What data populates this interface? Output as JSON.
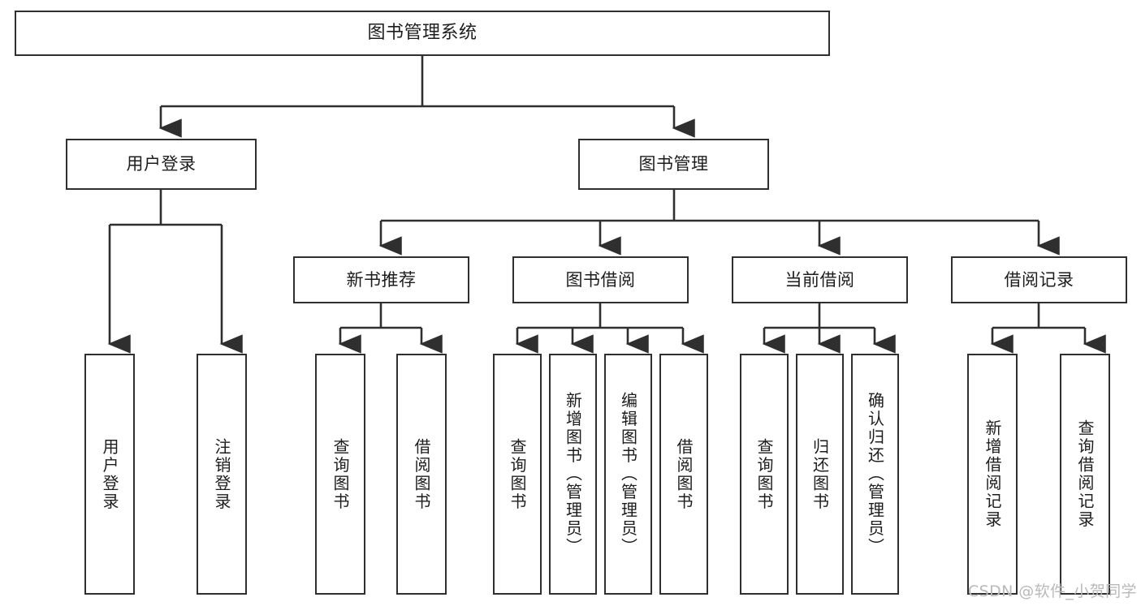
{
  "diagram": {
    "title": "图书管理系统",
    "type": "hierarchy-tree",
    "orientation": "top-down",
    "line_color": "#2f2f2f",
    "box_fill": "#ffffff",
    "text_color": "#1d1d1d"
  },
  "root": {
    "label": "图书管理系统"
  },
  "level2": [
    {
      "label": "用户登录"
    },
    {
      "label": "图书管理"
    }
  ],
  "level3": [
    {
      "label": "新书推荐"
    },
    {
      "label": "图书借阅"
    },
    {
      "label": "当前借阅"
    },
    {
      "label": "借阅记录"
    }
  ],
  "leaves": {
    "user_login": [
      {
        "label": "用户登录"
      },
      {
        "label": "注销登录"
      }
    ],
    "new_book_recommend": [
      {
        "label": "查询图书"
      },
      {
        "label": "借阅图书"
      }
    ],
    "book_borrow": [
      {
        "label": "查询图书"
      },
      {
        "label": "新增图书（管理员）"
      },
      {
        "label": "编辑图书（管理员）"
      },
      {
        "label": "借阅图书"
      }
    ],
    "current_borrow": [
      {
        "label": "查询图书"
      },
      {
        "label": "归还图书"
      },
      {
        "label": "确认归还（管理员）"
      }
    ],
    "borrow_record": [
      {
        "label": "新增借阅记录"
      },
      {
        "label": "查询借阅记录"
      }
    ]
  },
  "watermark": {
    "text": "CSDN @软件_小贺同学"
  }
}
